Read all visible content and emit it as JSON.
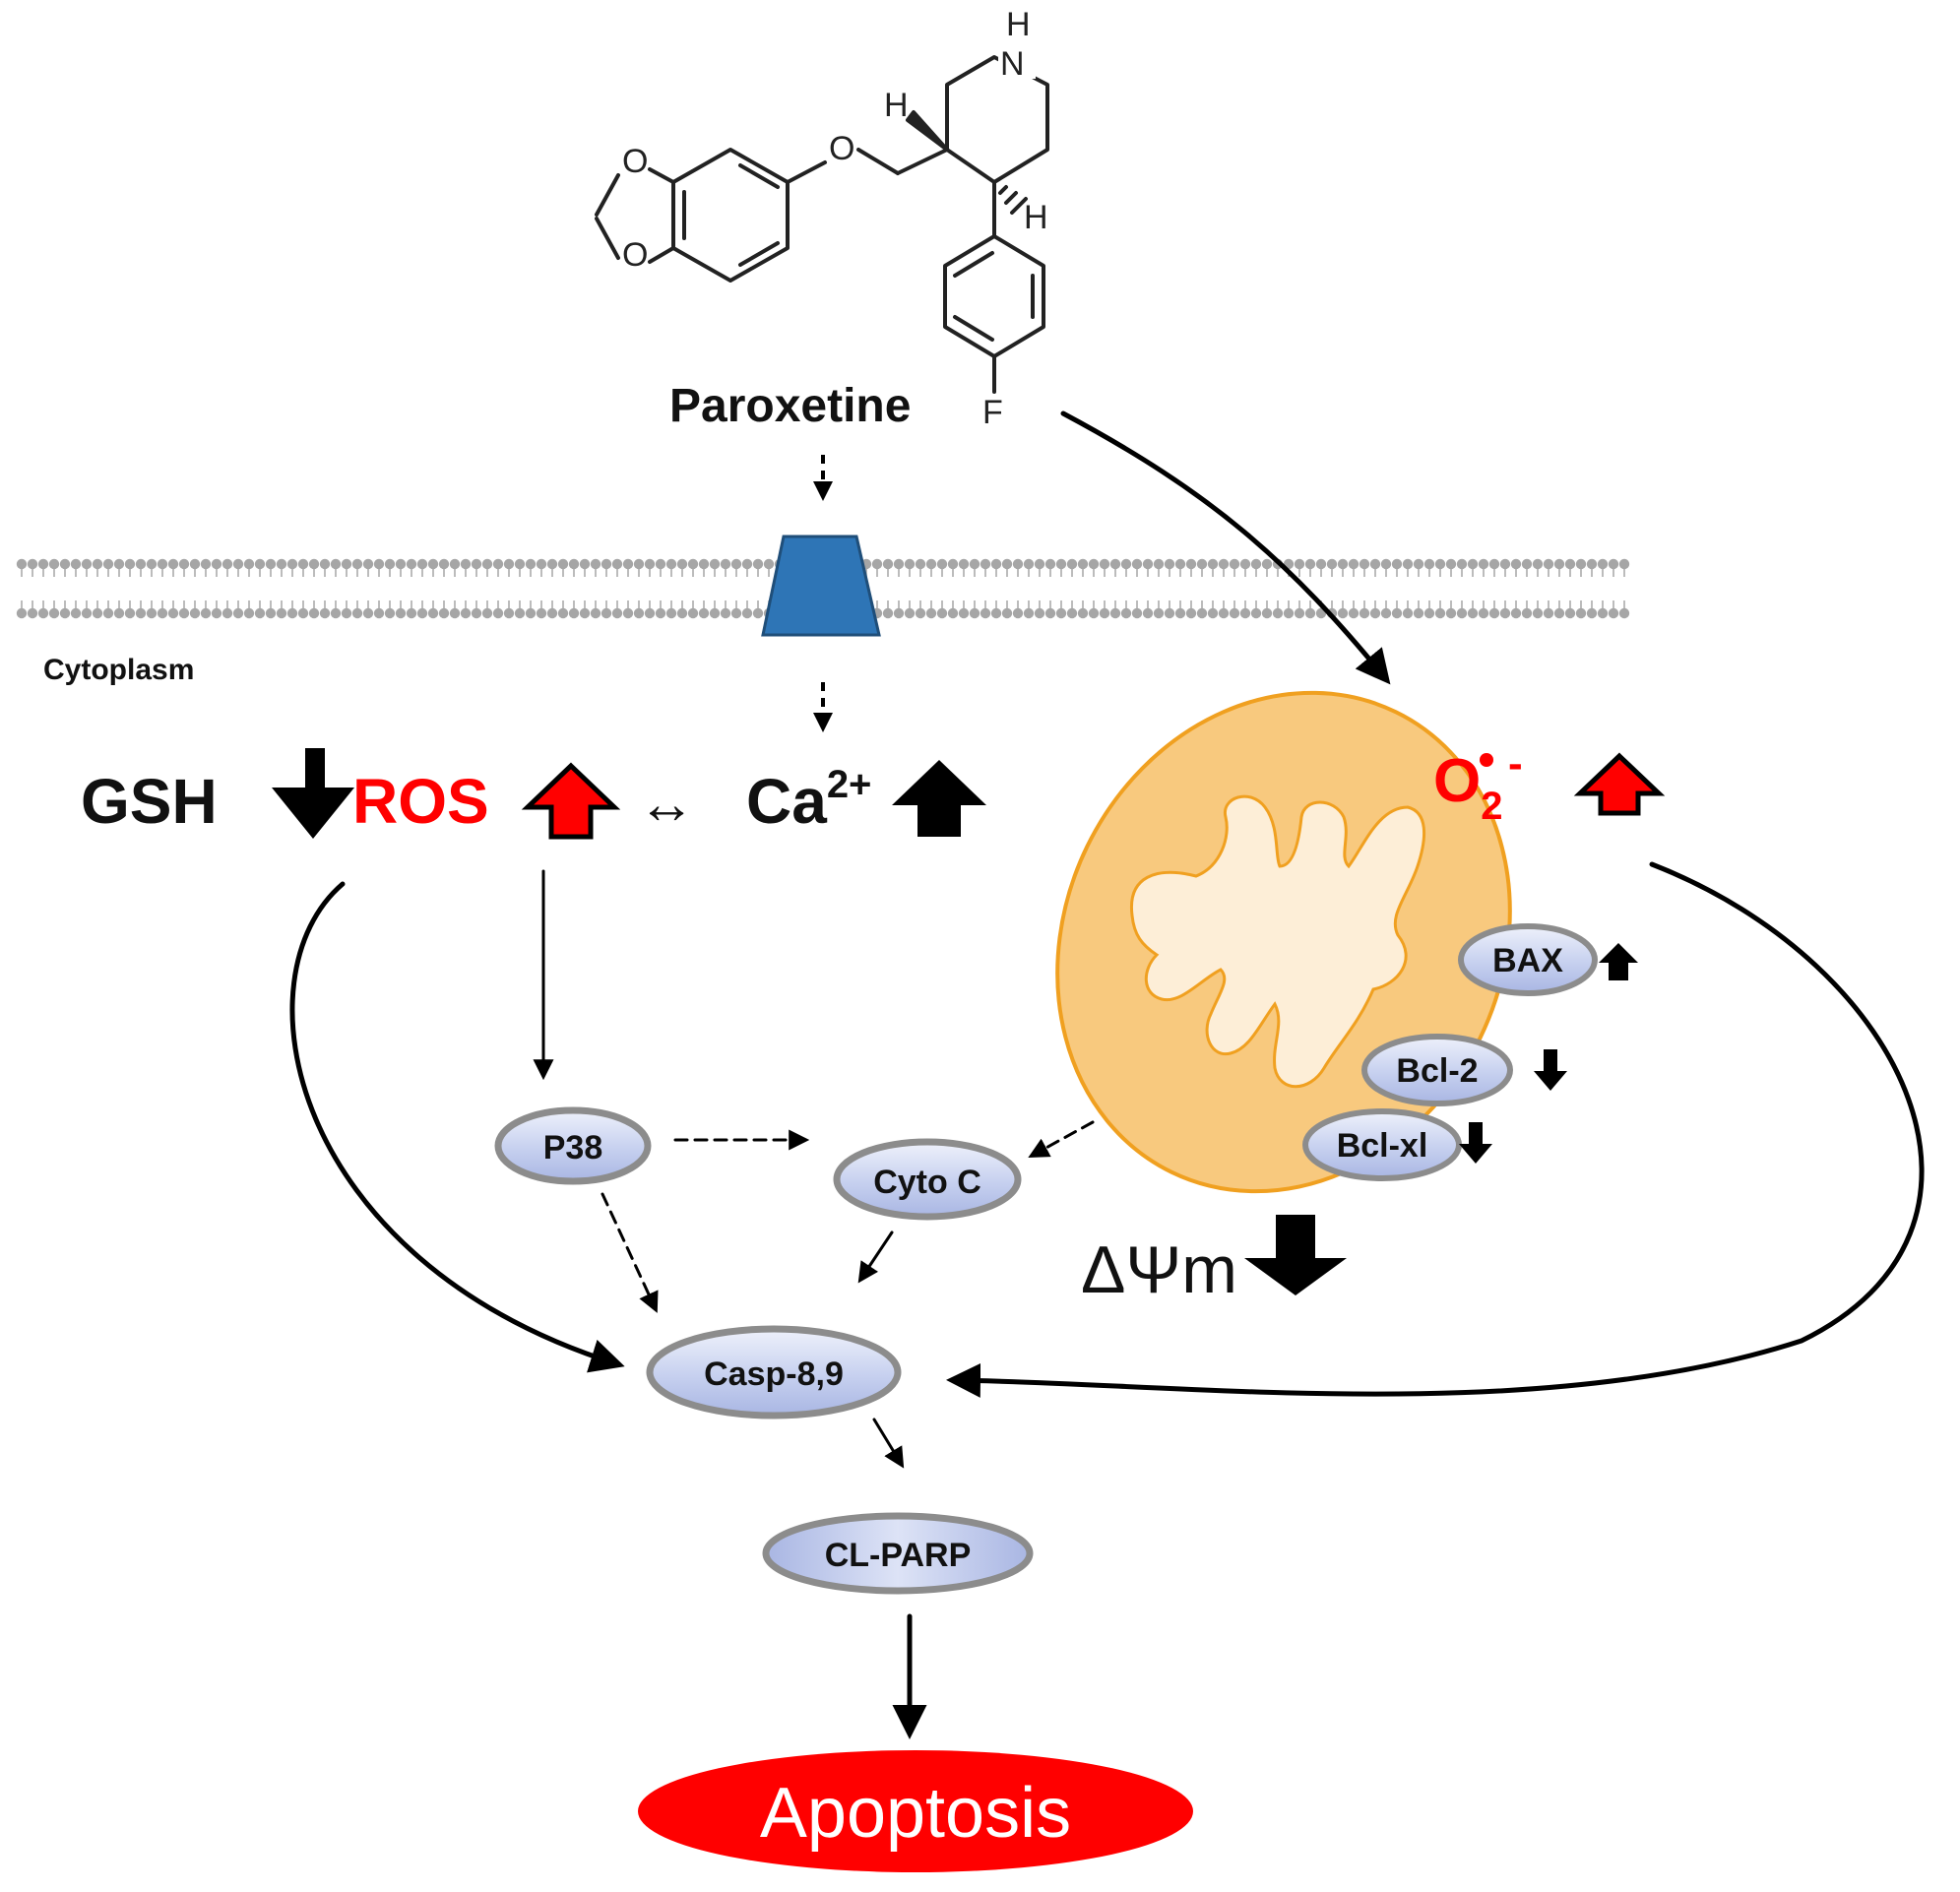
{
  "drug": {
    "name": "Paroxetine",
    "atoms": {
      "nh_n": "N",
      "nh_h": "H",
      "o_ring_top": "O",
      "o_ring_bottom": "O",
      "o_ether": "O",
      "h_left": "H",
      "h_right": "H",
      "fluorine": "F"
    }
  },
  "compartments": {
    "cytoplasm": "Cytoplasm"
  },
  "mediators": {
    "gsh": "GSH",
    "ros": "ROS",
    "calcium_base": "Ca",
    "calcium_charge": "2+",
    "superoxide_base": "O",
    "superoxide_sub": "2",
    "superoxide_minus": "-",
    "mmp": "ΔΨm",
    "bidirectional": "↔"
  },
  "proteins": {
    "bax": "BAX",
    "bcl2": "Bcl-2",
    "bclxl": "Bcl-xl",
    "p38": "P38",
    "cytoc": "Cyto C",
    "casp": "Casp-8,9",
    "clparp": "CL-PARP"
  },
  "outcome": {
    "label": "Apoptosis"
  },
  "colors": {
    "red": "#ff0000",
    "membrane": "#a6a6a6",
    "channel": "#2e75b6",
    "mito_fill": "#f8c97e",
    "mito_edge": "#f0a020",
    "protein_fill": "#c6d0ef",
    "protein_edge": "#8c8c8c"
  }
}
